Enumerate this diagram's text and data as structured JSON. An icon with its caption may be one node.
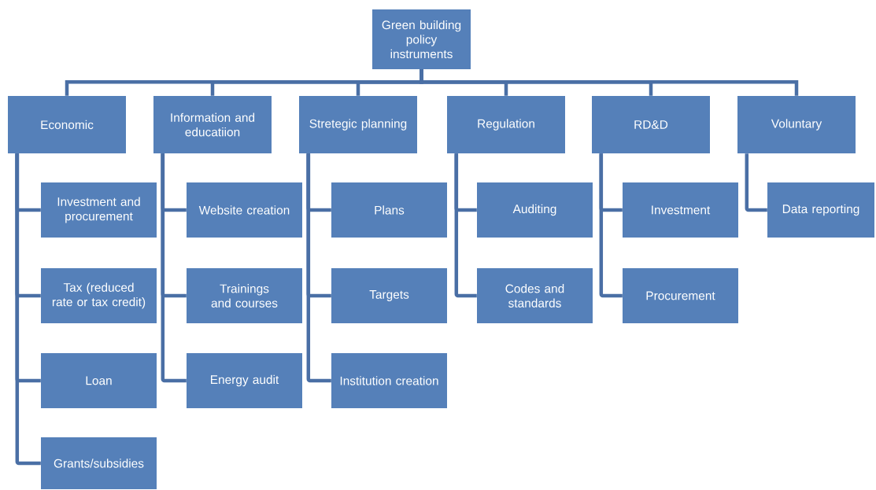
{
  "diagram": {
    "nodes": [
      {
        "text": [
          "Green building policy instruments"
        ]
      },
      {
        "text": [
          "Economic"
        ]
      },
      {
        "text": [
          "Information and educatiion"
        ]
      },
      {
        "text": [
          "Stretegic planning"
        ]
      },
      {
        "text": [
          "Regulation"
        ]
      },
      {
        "text": [
          "RD&D"
        ]
      },
      {
        "text": [
          "Voluntary"
        ]
      },
      {
        "text": [
          "Investment and procurement"
        ]
      },
      {
        "text": [
          "Tax (reduced rate or tax credit)"
        ]
      },
      {
        "text": [
          "Loan"
        ]
      },
      {
        "text": [
          "Grants/subsidies"
        ]
      },
      {
        "text": [
          "Website creation"
        ]
      },
      {
        "text": [
          "Trainings and courses"
        ]
      },
      {
        "text": [
          "Energy audit"
        ]
      },
      {
        "text": [
          "Plans"
        ]
      },
      {
        "text": [
          "Targets"
        ]
      },
      {
        "text": [
          "Institution creation"
        ]
      },
      {
        "text": [
          "Auditing"
        ]
      },
      {
        "text": [
          "Codes and standards"
        ]
      },
      {
        "text": [
          "Investment"
        ]
      },
      {
        "text": [
          "Procurement"
        ]
      },
      {
        "text": [
          "Data reporting"
        ]
      }
    ],
    "edges": [
      {
        "from": 0,
        "to": 1,
        "arrow": "none"
      },
      {
        "from": 0,
        "to": 2,
        "arrow": "none"
      },
      {
        "from": 0,
        "to": 3,
        "arrow": "none"
      },
      {
        "from": 0,
        "to": 4,
        "arrow": "none"
      },
      {
        "from": 0,
        "to": 5,
        "arrow": "none"
      },
      {
        "from": 0,
        "to": 6,
        "arrow": "none"
      },
      {
        "from": 1,
        "to": 7,
        "arrow": "none"
      },
      {
        "from": 1,
        "to": 8,
        "arrow": "none"
      },
      {
        "from": 1,
        "to": 9,
        "arrow": "none"
      },
      {
        "from": 1,
        "to": 10,
        "arrow": "none"
      },
      {
        "from": 2,
        "to": 11,
        "arrow": "none"
      },
      {
        "from": 2,
        "to": 12,
        "arrow": "none"
      },
      {
        "from": 2,
        "to": 13,
        "arrow": "none"
      },
      {
        "from": 3,
        "to": 14,
        "arrow": "none"
      },
      {
        "from": 3,
        "to": 15,
        "arrow": "none"
      },
      {
        "from": 3,
        "to": 16,
        "arrow": "none"
      },
      {
        "from": 4,
        "to": 17,
        "arrow": "none"
      },
      {
        "from": 4,
        "to": 18,
        "arrow": "none"
      },
      {
        "from": 5,
        "to": 19,
        "arrow": "none"
      },
      {
        "from": 5,
        "to": 20,
        "arrow": "none"
      },
      {
        "from": 6,
        "to": 21,
        "arrow": "none"
      }
    ]
  }
}
